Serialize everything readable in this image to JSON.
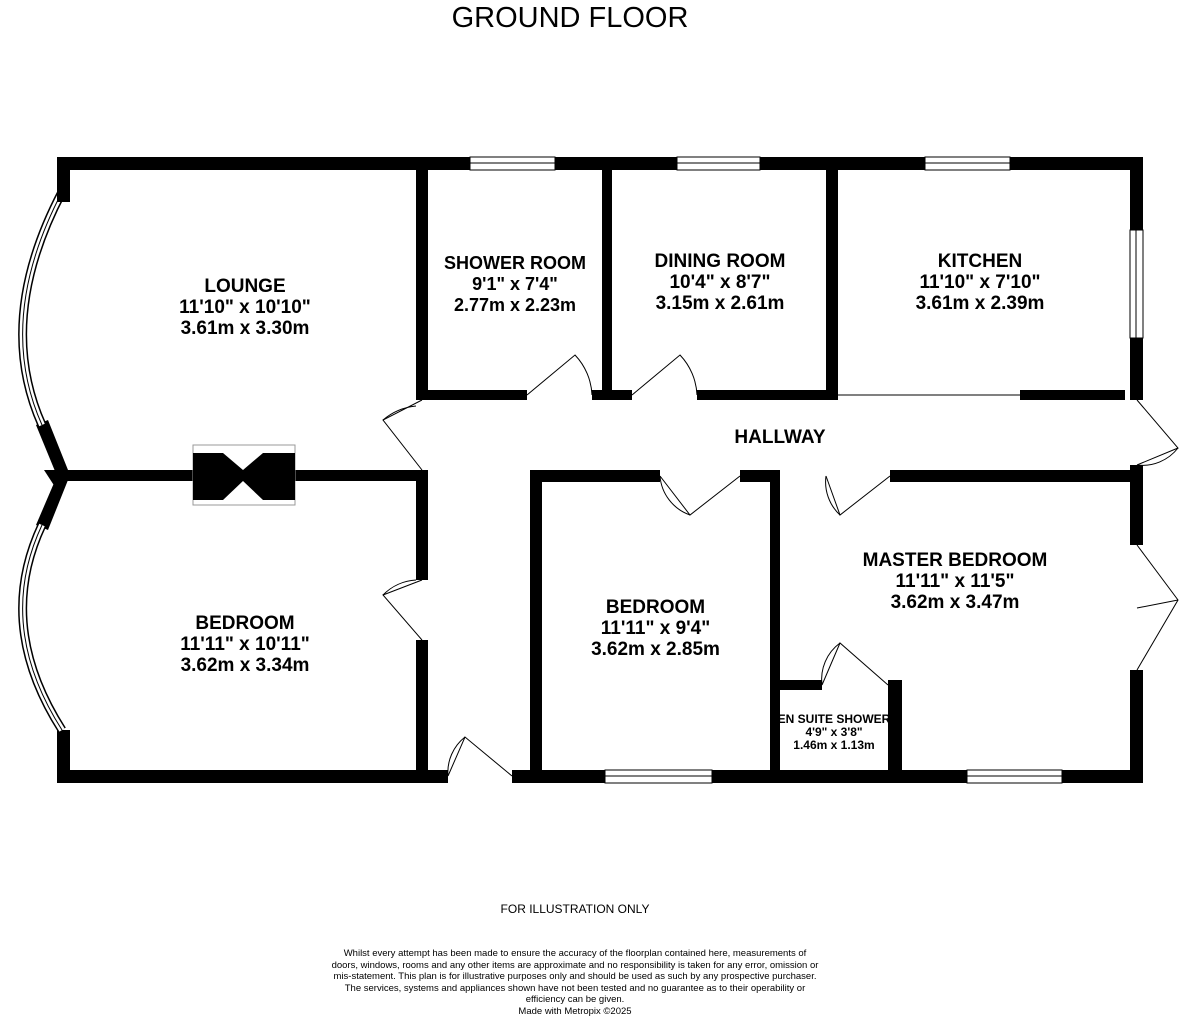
{
  "title": "GROUND FLOOR",
  "rooms": {
    "lounge": {
      "name": "LOUNGE",
      "imperial": "11'10\"  x 10'10\"",
      "metric": "3.61m  x 3.30m"
    },
    "shower_room": {
      "name": "SHOWER ROOM",
      "imperial": "9'1\"  x 7'4\"",
      "metric": "2.77m  x 2.23m"
    },
    "dining_room": {
      "name": "DINING ROOM",
      "imperial": "10'4\"  x 8'7\"",
      "metric": "3.15m  x 2.61m"
    },
    "kitchen": {
      "name": "KITCHEN",
      "imperial": "11'10\"  x 7'10\"",
      "metric": "3.61m  x 2.39m"
    },
    "hallway": {
      "name": "HALLWAY"
    },
    "bedroom_left": {
      "name": "BEDROOM",
      "imperial": "11'11\"  x 10'11\"",
      "metric": "3.62m  x 3.34m"
    },
    "bedroom_mid": {
      "name": "BEDROOM",
      "imperial": "11'11\"  x 9'4\"",
      "metric": "3.62m  x 2.85m"
    },
    "master_bedroom": {
      "name": "MASTER BEDROOM",
      "imperial": "11'11\"  x 11'5\"",
      "metric": "3.62m  x 3.47m"
    },
    "en_suite": {
      "name": "EN SUITE SHOWER",
      "imperial": "4'9\"  x 3'8\"",
      "metric": "1.46m  x 1.13m"
    }
  },
  "footer": {
    "note": "FOR ILLUSTRATION ONLY",
    "disclaimer": "Whilst every attempt has been made to ensure the accuracy of the floorplan contained here, measurements of doors, windows, rooms and any other items are approximate and no responsibility is taken for any error, omission or mis-statement. This plan is for illustrative purposes only and should be used as such by any prospective purchaser. The services, systems and appliances shown have not been tested and no guarantee as to their operability or efficiency can be given.",
    "made_with": "Made with Metropix ©2025"
  }
}
